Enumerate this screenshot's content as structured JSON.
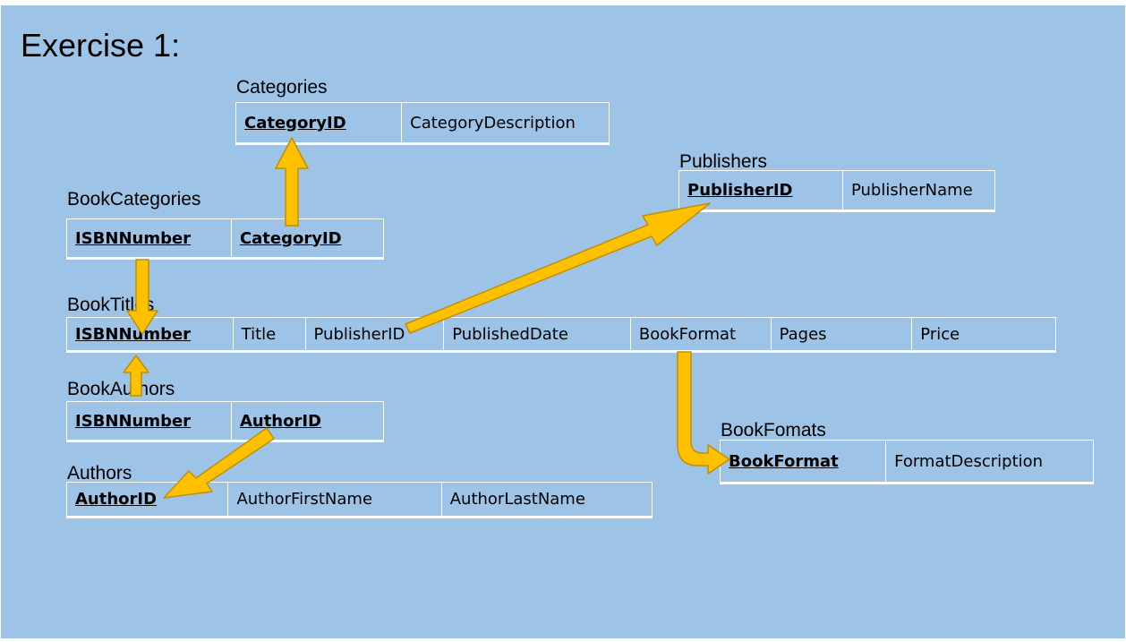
{
  "slide": {
    "title": "Exercise 1:",
    "arrow_color": "#ffc000",
    "arrow_outline_color": "#bf9000",
    "background_color": "#9dc3e6"
  },
  "tables": {
    "categories": {
      "name": "Categories",
      "columns": [
        {
          "label": "CategoryID",
          "key": true
        },
        {
          "label": "CategoryDescription",
          "key": false
        }
      ]
    },
    "publishers": {
      "name": "Publishers",
      "columns": [
        {
          "label": "PublisherID",
          "key": true
        },
        {
          "label": "PublisherName",
          "key": false
        }
      ]
    },
    "book_categories": {
      "name": "BookCategories",
      "columns": [
        {
          "label": "ISBNNumber",
          "key": true
        },
        {
          "label": "CategoryID",
          "key": true
        }
      ]
    },
    "book_titles": {
      "name": "BookTitles",
      "columns": [
        {
          "label": "ISBNNumber",
          "key": true
        },
        {
          "label": "Title",
          "key": false
        },
        {
          "label": "PublisherID",
          "key": false
        },
        {
          "label": "PublishedDate",
          "key": false
        },
        {
          "label": "BookFormat",
          "key": false
        },
        {
          "label": "Pages",
          "key": false
        },
        {
          "label": "Price",
          "key": false
        }
      ]
    },
    "book_authors": {
      "name": "BookAuthors",
      "columns": [
        {
          "label": "ISBNNumber",
          "key": true
        },
        {
          "label": "AuthorID",
          "key": true
        }
      ]
    },
    "authors": {
      "name": "Authors",
      "columns": [
        {
          "label": "AuthorID",
          "key": true
        },
        {
          "label": "AuthorFirstName",
          "key": false
        },
        {
          "label": "AuthorLastName",
          "key": false
        }
      ]
    },
    "book_formats": {
      "name": "BookFomats",
      "columns": [
        {
          "label": "BookFormat",
          "key": true
        },
        {
          "label": "FormatDescription",
          "key": false
        }
      ]
    }
  },
  "relationships": [
    {
      "from": "book_categories.CategoryID",
      "to": "categories.CategoryID"
    },
    {
      "from": "book_categories.ISBNNumber",
      "to": "book_titles.ISBNNumber"
    },
    {
      "from": "book_authors.ISBNNumber",
      "to": "book_titles.ISBNNumber"
    },
    {
      "from": "book_titles.PublisherID",
      "to": "publishers.PublisherID"
    },
    {
      "from": "book_authors.AuthorID",
      "to": "authors.AuthorID"
    },
    {
      "from": "book_titles.BookFormat",
      "to": "book_formats.BookFormat"
    }
  ]
}
